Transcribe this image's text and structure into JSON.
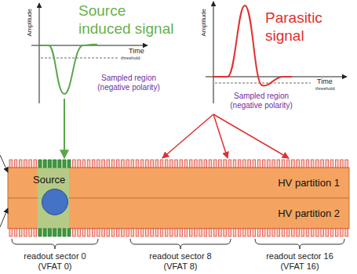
{
  "diagram": {
    "nodes": [
      {
        "text": [
          "HV partition 1"
        ]
      },
      {
        "text": [
          "HV partition 2"
        ]
      },
      {
        "text": [
          "Source"
        ]
      }
    ],
    "labels": [
      "Source induced signal",
      "Amplitude",
      "Time",
      "threshold",
      "Sampled region (negative polarity)",
      "Parasitic signal",
      "Amplitude",
      "Time",
      "threshold",
      "Sampled region (negative polarity)",
      "readout sector 0 (VFAT 0)",
      "readout sector 8 (VFAT 8)",
      "readout sector 16 (VFAT 16)"
    ]
  }
}
